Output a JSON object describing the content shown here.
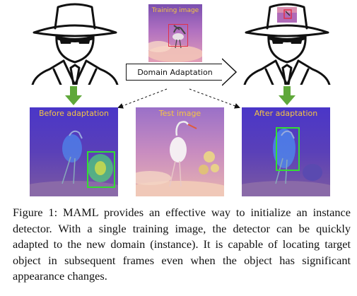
{
  "figure": {
    "training_image_label": "Training image",
    "domain_adaptation_label": "Domain Adaptation",
    "before_label": "Before adaptation",
    "test_label": "Test image",
    "after_label": "After adaptation",
    "colors": {
      "arrow_green": "#5fa83a",
      "box_green": "#33dd33",
      "box_red": "#e0304a",
      "label_yellow": "#f5c542"
    }
  },
  "caption": {
    "text": "Figure 1: MAML provides an effective way to initialize an instance detector. With a single training image, the detector can be quickly adapted to the new domain (instance). It is capable of locating target object in subsequent frames even when the object has significant appearance changes."
  }
}
